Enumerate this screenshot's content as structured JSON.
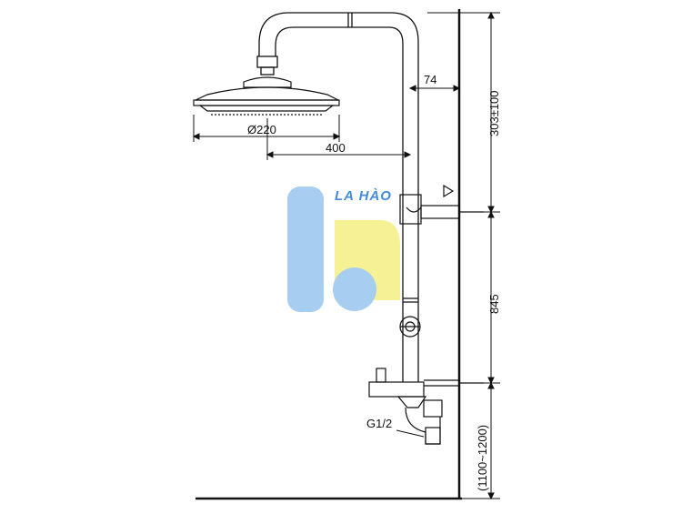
{
  "dimensions": {
    "head_diameter": "Ø220",
    "arm_reach": "400",
    "wall_offset": "74",
    "upper_height": "303±100",
    "pipe_length": "845",
    "mount_height": "(1100~1200)",
    "thread": "G1/2"
  },
  "watermark": {
    "text": "LA HÀO",
    "colors": {
      "blue": "#9ec9f0",
      "yellow": "#f7f08a"
    }
  },
  "colors": {
    "line": "#111111",
    "background": "#ffffff"
  }
}
